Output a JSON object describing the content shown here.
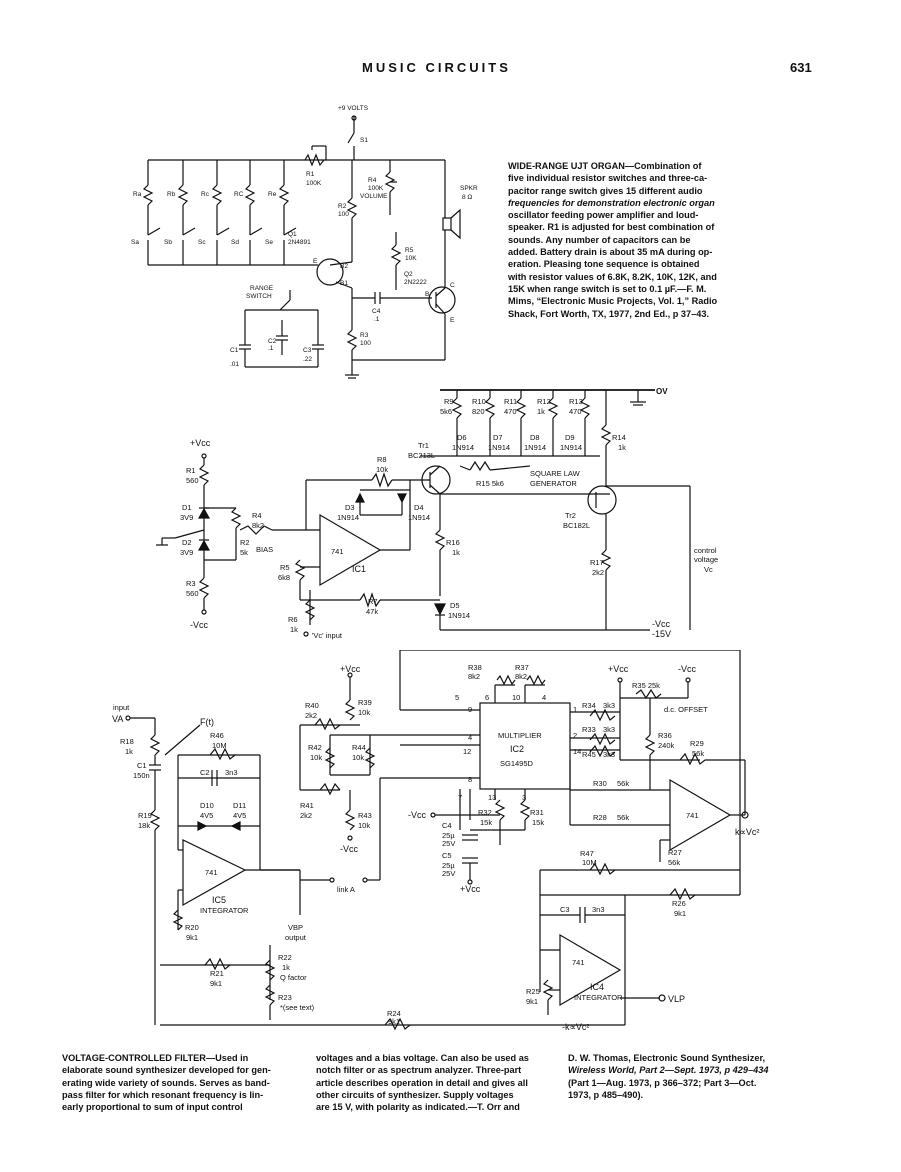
{
  "header": {
    "title": "MUSIC CIRCUITS",
    "page_number": "631"
  },
  "top_circuit": {
    "labels": {
      "supply": "+9 VOLTS",
      "switch": "S1",
      "r1": "R1",
      "r1v": "100K",
      "r2": "R2",
      "r2v": "100",
      "r4": "R4",
      "r4v": "100K",
      "volume": "VOLUME",
      "spkr": "SPKR",
      "spkr_ohm": "8 Ω",
      "ra": "Ra",
      "rb": "Rb",
      "rc1": "Rc",
      "rc2": "RC",
      "re": "Re",
      "sa": "Sa",
      "sb": "Sb",
      "sc": "Sc",
      "sd": "Sd",
      "se": "Se",
      "q1": "Q1",
      "q1v": "2N4891",
      "e": "E",
      "b1": "B1",
      "b2": "B2",
      "r5": "R5",
      "r5v": "10K",
      "q2": "Q2",
      "q2v": "2N2222",
      "b": "B",
      "c": "C",
      "e2": "E",
      "c4": "C4",
      "c4v": ".1",
      "r3": "R3",
      "r3v": "100",
      "range1": "RANGE",
      "range2": "SWITCH",
      "c1": "C1",
      "c1v": ".01",
      "c2": "C2",
      "c2v": ".1",
      "c3": "C3",
      "c3v": ".22"
    },
    "caption_title": "WIDE-RANGE UJT ORGAN",
    "caption_lines": [
      "WIDE-RANGE UJT ORGAN—Combination of",
      "five individual resistor switches and three-ca-",
      "pacitor range switch gives 15 different audio",
      "frequencies for demonstration electronic organ",
      "oscillator feeding power amplifier and loud-",
      "speaker. R1 is adjusted for best combination of",
      "sounds. Any number of capacitors can be",
      "added. Battery drain is about 35 mA during op-",
      "eration. Pleasing tone sequence is obtained",
      "with resistor values of 6.8K, 8.2K, 10K, 12K, and",
      "15K when range switch is set to 0.1 µF.—F. M.",
      "Mims, “Electronic Music Projects, Vol. 1,” Radio",
      "Shack, Fort Worth, TX, 1977, 2nd Ed., p 37–43."
    ]
  },
  "middle_circuit": {
    "labels": {
      "ov": "OV",
      "r9": "R9",
      "r9v": "5k6",
      "r10": "R10",
      "r10v": "820",
      "r11": "R11",
      "r11v": "470",
      "r12": "R12",
      "r12v": "1k",
      "r13": "R13",
      "r13v": "470",
      "r14": "R14",
      "r14v": "1k",
      "d6": "D6",
      "d7": "D7",
      "d8": "D8",
      "d9": "D9",
      "dtype": "1N914",
      "tr1": "Tr1",
      "tr1v": "BC213L",
      "tr2": "Tr2",
      "tr2v": "BC182L",
      "r15": "R15 5k6",
      "sq1": "SQUARE LAW",
      "sq2": "GENERATOR",
      "vcc": "+Vcc",
      "r1": "R1",
      "r1v": "560",
      "d1": "D1",
      "d1v": "3V9",
      "d2": "D2",
      "d2v": "3V9",
      "r3": "R3",
      "r3v": "560",
      "nvcc": "-Vcc",
      "r4": "R4",
      "r4v": "8k2",
      "r2": "R2",
      "r2v": "5k",
      "bias": "BIAS",
      "r8": "R8",
      "r8v": "10k",
      "d3": "D3",
      "d3v": "1N914",
      "d4": "D4",
      "d4v": "1N914",
      "op": "741",
      "ic1": "IC1",
      "r5": "R5",
      "r5v": "6k8",
      "r7": "R7",
      "r7v": "47k",
      "r6": "R6",
      "r6v": "1k",
      "vcin": "'Vc' input",
      "r16": "R16",
      "r16v": "1k",
      "d5": "D5",
      "d5v": "1N914",
      "r17": "R17",
      "r17v": "2k2",
      "cv1": "control",
      "cv2": "voltage",
      "cv3": "Vc",
      "nvcc2": "-Vcc",
      "v15": "-15V"
    }
  },
  "bottom_circuit": {
    "labels": {
      "input": "input",
      "vin": "VA",
      "ft": "F(t)",
      "r18": "R18",
      "r18v": "1k",
      "c1": "C1",
      "c1v": "150n",
      "r46": "R46",
      "r46v": "10M",
      "c2": "C2",
      "c2v": "3n3",
      "d10": "D10",
      "d10v": "4V5",
      "d11": "D11",
      "d11v": "4V5",
      "r19": "R19",
      "r19v": "18k",
      "op": "741",
      "ic5": "IC5",
      "integ": "INTEGRATOR",
      "r20": "R20",
      "r20v": "9k1",
      "vbp": "VBP",
      "out": "output",
      "r21": "R21",
      "r21v": "9k1",
      "r22": "R22",
      "r22v": "1k",
      "qf": "Q factor",
      "r23": "R23",
      "r23v": "*(see text)",
      "r24": "R24",
      "r24v": "9k1",
      "vcc": "+Vcc",
      "r40": "R40",
      "r40v": "2k2",
      "r39": "R39",
      "r39v": "10k",
      "r42": "R42",
      "r42v": "10k",
      "r44": "R44",
      "r44v": "10k",
      "r41": "R41",
      "r41v": "2k2",
      "r43": "R43",
      "r43v": "10k",
      "nvcc": "-Vcc",
      "linka": "link A",
      "r38": "R38",
      "r38v": "8k2",
      "r37": "R37",
      "r37v": "8k2",
      "mult": "MULTIPLIER",
      "ic2": "IC2",
      "ic2v": "SG1495D",
      "p5": "5",
      "p6": "6",
      "p10": "10",
      "p4": "4",
      "p9": "9",
      "p4b": "4",
      "p12": "12",
      "p8": "8",
      "p1": "1",
      "p2": "2",
      "p14": "14",
      "p7": "7",
      "p13": "13",
      "p3": "3",
      "nvcc_in": "-Vcc",
      "r32": "R32",
      "r32v": "15k",
      "r31": "R31",
      "r31v": "15k",
      "c4": "C4",
      "c4v": "25µ",
      "c4vv": "25V",
      "c5": "C5",
      "c5v": "25µ",
      "c5vv": "25V",
      "pvcc": "+Vcc",
      "pvcc2": "+Vcc",
      "nvcc3": "-Vcc",
      "r35": "R35 25k",
      "dco": "d.c. OFFSET",
      "r34": "R34",
      "r34v": "3k3",
      "r33": "R33",
      "r33v": "3k3",
      "r45": "R45",
      "r45v": "3k3",
      "r36": "R36",
      "r36v": "240k",
      "r29": "R29",
      "r29v": "56k",
      "r30": "R30",
      "r30v": "56k",
      "r28": "R28",
      "r28v": "56k",
      "r27": "R27",
      "r27v": "56k",
      "kvc": "k∝Vc²",
      "r47": "R47",
      "r47v": "10M",
      "r26": "R26",
      "r26v": "9k1",
      "c3": "C3",
      "c3v": "3n3",
      "ic4": "IC4",
      "integ2": "INTEGRATOR",
      "r25": "R25",
      "r25v": "9k1",
      "vlp": "VLP",
      "nk": "-k∝Vc²"
    }
  },
  "bottom_caption": {
    "col1": [
      "VOLTAGE-CONTROLLED   FILTER—Used   in",
      "elaborate sound synthesizer developed for gen-",
      "erating wide variety of sounds. Serves as band-",
      "pass filter for which resonant frequency is lin-",
      "early proportional to sum of input control"
    ],
    "col2": [
      "voltages and a bias voltage. Can also be used as",
      "notch filter or as spectrum analyzer. Three-part",
      "article describes operation in detail and gives all",
      "other circuits of synthesizer. Supply voltages",
      "are 15 V, with polarity as indicated.—T. Orr and"
    ],
    "col3": [
      "D. W. Thomas, Electronic Sound Synthesizer,",
      "Wireless World, Part 2—Sept. 1973, p 429–434",
      "(Part 1—Aug. 1973, p 366–372; Part 3—Oct.",
      "1973, p 485–490)."
    ]
  }
}
